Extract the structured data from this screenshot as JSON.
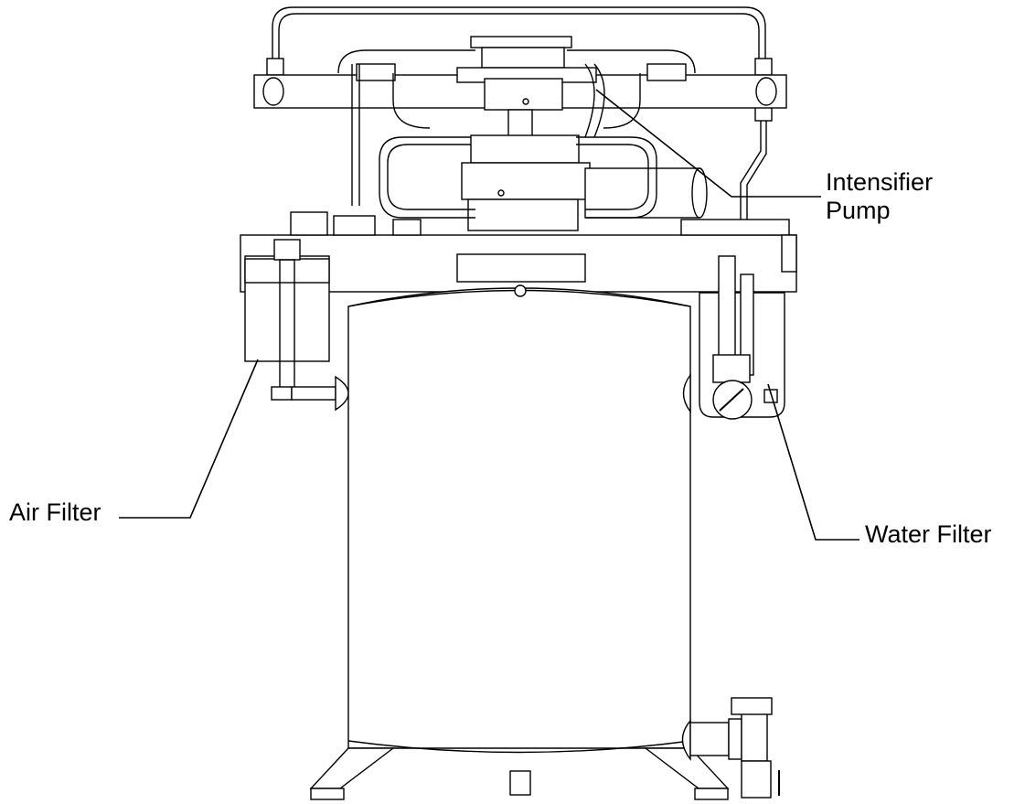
{
  "labels": {
    "air_filter": "Air Filter",
    "water_filter": "Water Filter",
    "intensifier_pump_line1": "Intensifier",
    "intensifier_pump_line2": "Pump"
  },
  "colors": {
    "ink": "#000000",
    "background": "#ffffff"
  }
}
